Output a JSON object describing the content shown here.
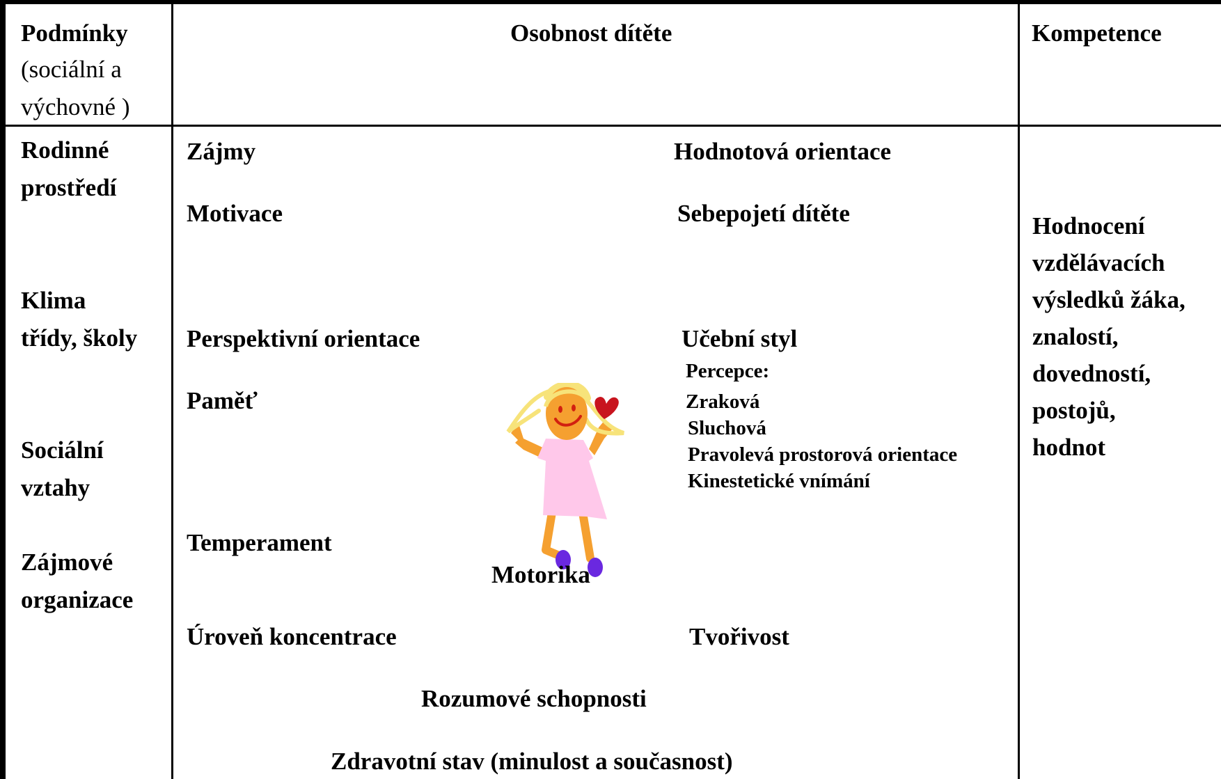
{
  "header": {
    "conditions_title": "Podmínky",
    "conditions_sub1": "(sociální a",
    "conditions_sub2": "výchovné )",
    "personality_title": "Osobnost dítěte",
    "competence_title": "Kompetence"
  },
  "conditions": [
    {
      "line1": "Rodinné",
      "line2": "prostředí"
    },
    {
      "line1": "Klima",
      "line2": "třídy, školy"
    },
    {
      "line1": "Sociální",
      "line2": "vztahy"
    },
    {
      "line1": "Zájmové",
      "line2": "organizace"
    }
  ],
  "personality": {
    "interests": "Zájmy",
    "value_orientation": "Hodnotová orientace",
    "motivation": "Motivace",
    "self_concept": "Sebepojetí dítěte",
    "perspective_orientation": "Perspektivní orientace",
    "learning_style": "Učební styl",
    "perception_title": "Percepce:",
    "perception_items": [
      "Zraková",
      "Sluchová",
      "Pravolevá prostorová orientace",
      "Kinestetické vnímání"
    ],
    "memory": "Paměť",
    "temperament": "Temperament",
    "motor_skills": "Motorika",
    "concentration": "Úroveň koncentrace",
    "creativity": "Tvořivost",
    "cognitive_abilities": "Rozumové schopnosti",
    "health": "Zdravotní stav (minulost a současnost)"
  },
  "competence": {
    "lines": [
      "Hodnocení",
      "vzdělávacích",
      "výsledků žáka,",
      "znalostí,",
      "dovedností,",
      "postojů,",
      "hodnot"
    ]
  },
  "colors": {
    "dress": "#ffc8ea",
    "skin": "#f5a030",
    "hair": "#f7e37a",
    "heart": "#c8141e",
    "shoes": "#6a28e0",
    "mouth": "#d22010"
  }
}
